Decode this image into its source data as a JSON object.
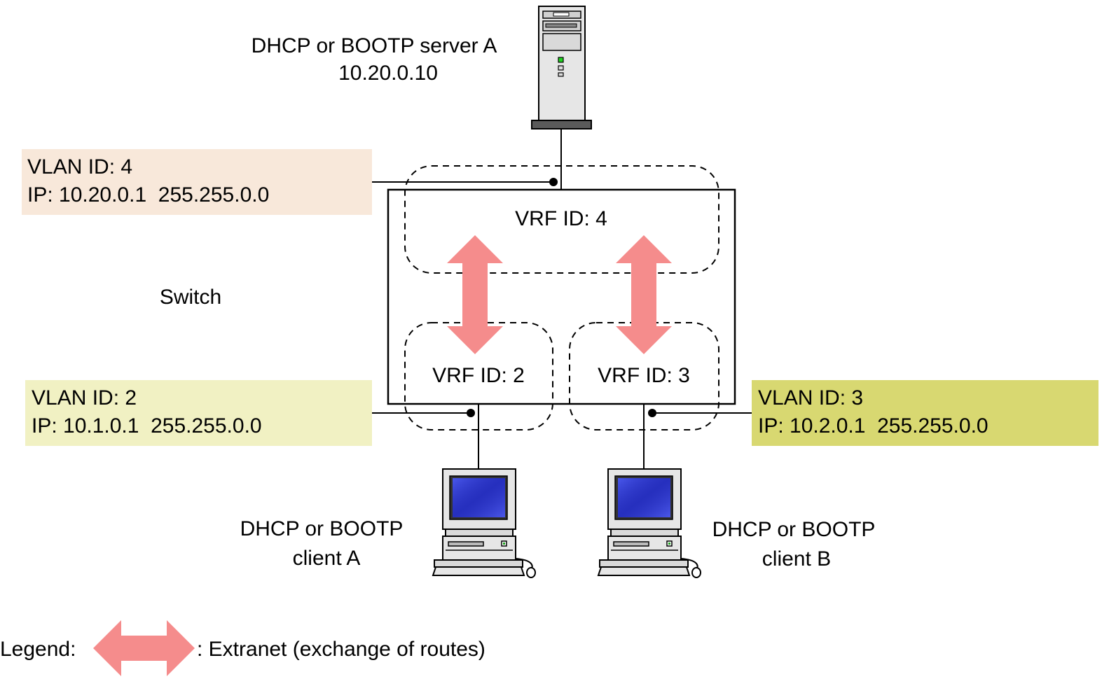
{
  "server": {
    "line1": "DHCP or BOOTP server A",
    "line2": "10.20.0.10",
    "icon": "server-tower-icon"
  },
  "switch": {
    "label": "Switch"
  },
  "vrfs": [
    {
      "label": "VRF ID: 4"
    },
    {
      "label": "VRF ID: 2"
    },
    {
      "label": "VRF ID: 3"
    }
  ],
  "vlans": [
    {
      "line1": "VLAN ID: 4",
      "line2": "IP: 10.20.0.1  255.255.0.0",
      "color": "#f8e8da"
    },
    {
      "line1": "VLAN ID: 2",
      "line2": "IP: 10.1.0.1  255.255.0.0",
      "color": "#f1f1c3"
    },
    {
      "line1": "VLAN ID: 3",
      "line2": "IP: 10.2.0.1  255.255.0.0",
      "color": "#d8d871"
    }
  ],
  "clients": [
    {
      "line1": "DHCP or BOOTP",
      "line2": "client A",
      "icon": "desktop-computer-icon"
    },
    {
      "line1": "DHCP or BOOTP",
      "line2": "client B",
      "icon": "desktop-computer-icon"
    }
  ],
  "legend": {
    "prefix": "Legend:",
    "description": ": Extranet (exchange of routes)",
    "arrow_color": "#f58c8c",
    "icon": "double-arrow-icon"
  }
}
